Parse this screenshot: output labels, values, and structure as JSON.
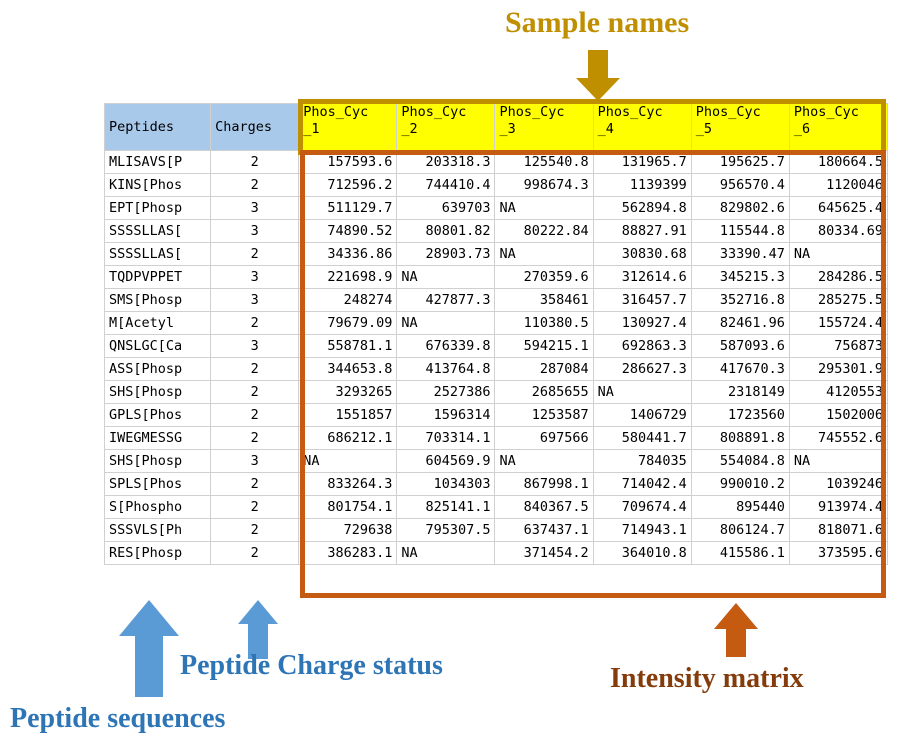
{
  "annotations": {
    "sample_names": "Sample names",
    "peptide_charge_status": "Peptide Charge status",
    "peptide_sequences": "Peptide sequences",
    "intensity_matrix": "Intensity matrix"
  },
  "colors": {
    "sample_names_accent": "#bf8f00",
    "peptide_accent": "#2e75b6",
    "intensity_accent": "#c55a11",
    "header_blue": "#a9c9eb",
    "header_yellow": "#ffff00"
  },
  "table": {
    "headers": {
      "peptides": "Peptides",
      "charges": "Charges",
      "samples": [
        "Phos_Cyc\n_1",
        "Phos_Cyc\n_2",
        "Phos_Cyc\n_3",
        "Phos_Cyc\n_4",
        "Phos_Cyc\n_5",
        "Phos_Cyc\n_6"
      ]
    },
    "rows": [
      {
        "peptide": "MLISAVS[P",
        "charge": "2",
        "values": [
          "157593.6",
          "203318.3",
          "125540.8",
          "131965.7",
          "195625.7",
          "180664.5"
        ]
      },
      {
        "peptide": "KINS[Phos",
        "charge": "2",
        "values": [
          "712596.2",
          "744410.4",
          "998674.3",
          "1139399",
          "956570.4",
          "1120046"
        ]
      },
      {
        "peptide": "EPT[Phosp",
        "charge": "3",
        "values": [
          "511129.7",
          "639703",
          "NA",
          "562894.8",
          "829802.6",
          "645625.4"
        ]
      },
      {
        "peptide": "SSSSLLAS[",
        "charge": "3",
        "values": [
          "74890.52",
          "80801.82",
          "80222.84",
          "88827.91",
          "115544.8",
          "80334.69"
        ]
      },
      {
        "peptide": "SSSSLLAS[",
        "charge": "2",
        "values": [
          "34336.86",
          "28903.73",
          "NA",
          "30830.68",
          "33390.47",
          "NA"
        ]
      },
      {
        "peptide": "TQDPVPPET",
        "charge": "3",
        "values": [
          "221698.9",
          "NA",
          "270359.6",
          "312614.6",
          "345215.3",
          "284286.5"
        ]
      },
      {
        "peptide": "SMS[Phosp",
        "charge": "3",
        "values": [
          "248274",
          "427877.3",
          "358461",
          "316457.7",
          "352716.8",
          "285275.5"
        ]
      },
      {
        "peptide": "M[Acetyl",
        "charge": "2",
        "values": [
          "79679.09",
          "NA",
          "110380.5",
          "130927.4",
          "82461.96",
          "155724.4"
        ]
      },
      {
        "peptide": "QNSLGC[Ca",
        "charge": "3",
        "values": [
          "558781.1",
          "676339.8",
          "594215.1",
          "692863.3",
          "587093.6",
          "756873"
        ]
      },
      {
        "peptide": "ASS[Phosp",
        "charge": "2",
        "values": [
          "344653.8",
          "413764.8",
          "287084",
          "286627.3",
          "417670.3",
          "295301.9"
        ]
      },
      {
        "peptide": "SHS[Phosp",
        "charge": "2",
        "values": [
          "3293265",
          "2527386",
          "2685655",
          "NA",
          "2318149",
          "4120553"
        ]
      },
      {
        "peptide": "GPLS[Phos",
        "charge": "2",
        "values": [
          "1551857",
          "1596314",
          "1253587",
          "1406729",
          "1723560",
          "1502006"
        ]
      },
      {
        "peptide": "IWEGMESSG",
        "charge": "2",
        "values": [
          "686212.1",
          "703314.1",
          "697566",
          "580441.7",
          "808891.8",
          "745552.6"
        ]
      },
      {
        "peptide": "SHS[Phosp",
        "charge": "3",
        "values": [
          "NA",
          "604569.9",
          "NA",
          "784035",
          "554084.8",
          "NA"
        ]
      },
      {
        "peptide": "SPLS[Phos",
        "charge": "2",
        "values": [
          "833264.3",
          "1034303",
          "867998.1",
          "714042.4",
          "990010.2",
          "1039246"
        ]
      },
      {
        "peptide": "S[Phospho",
        "charge": "2",
        "values": [
          "801754.1",
          "825141.1",
          "840367.5",
          "709674.4",
          "895440",
          "913974.4"
        ]
      },
      {
        "peptide": "SSSVLS[Ph",
        "charge": "2",
        "values": [
          "729638",
          "795307.5",
          "637437.1",
          "714943.1",
          "806124.7",
          "818071.6"
        ]
      },
      {
        "peptide": "RES[Phosp",
        "charge": "2",
        "values": [
          "386283.1",
          "NA",
          "371454.2",
          "364010.8",
          "415586.1",
          "373595.6"
        ]
      }
    ]
  }
}
